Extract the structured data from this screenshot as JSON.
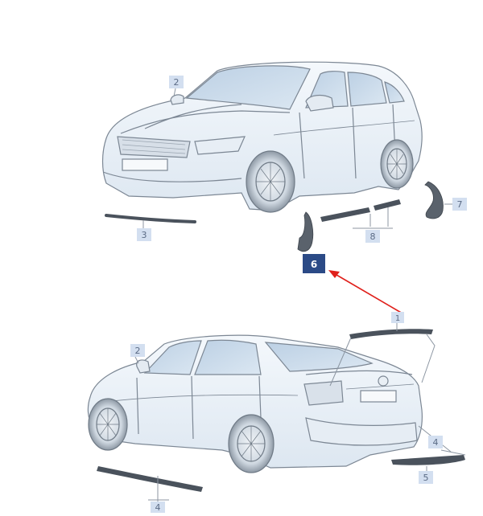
{
  "diagram": {
    "callouts": {
      "front_mirror": "2",
      "front_bumper_strip": "3",
      "front_mudflap": "6",
      "rear_mudflap": "7",
      "sill_trim": "8",
      "trunk_spoiler": "1",
      "rear_mirror": "2",
      "rear_sill_trim": "4",
      "rear_bumper_trim_upper": "4",
      "rear_bumper_trim_lower": "5"
    },
    "highlighted_callout": "front_mudflap",
    "colors": {
      "callout_box": "#d3dff0",
      "callout_text": "#5b6b85",
      "highlight_box": "#2b4a86",
      "highlight_text": "#ffffff",
      "arrow": "#e0201b",
      "car_fill": "#eef4fa",
      "car_line": "#7c8794",
      "glass": "#c9d9e9",
      "part_fill": "#4a525c"
    }
  }
}
